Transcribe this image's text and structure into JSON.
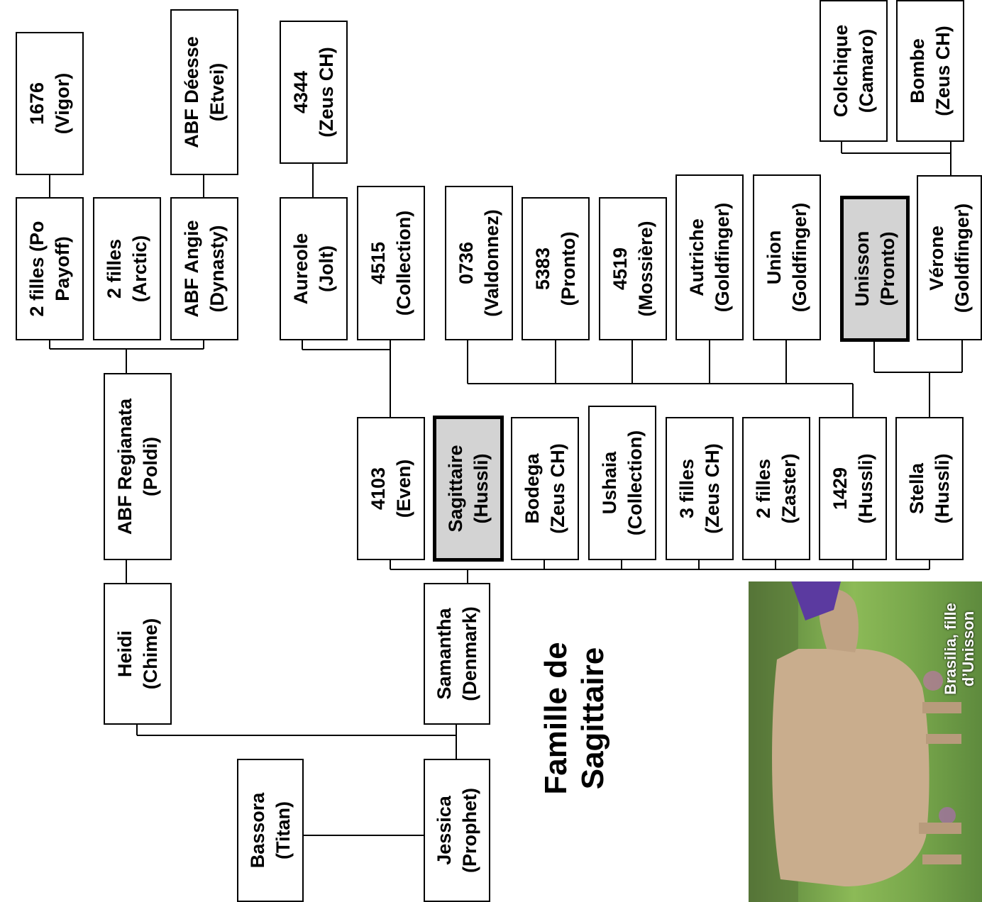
{
  "title": "Famille de\nSagittaire",
  "photo_caption": "Brasilia, fille\nd’Unisson",
  "animals": {
    "jessica": "Jessica\n(Prophet)",
    "bassora": "Bassora\n(Titan)",
    "samantha": "Samantha\n(Denmark)",
    "heidi": "Heidi\n(Chime)",
    "abf_regianata": "ABF Regianata\n(Poldi)",
    "filles_po_payoff": "2 filles (Po\nPayoff)",
    "filles_arctic": "2 filles\n(Arctic)",
    "abf_angie": "ABF Angie\n(Dynasty)",
    "a1676": "1676\n(Vigor)",
    "abf_deesse": "ABF Déesse\n(Etvei)",
    "a4103": "4103\n(Even)",
    "sagittaire": "Sagittaire\n(Hussli)",
    "bodega": "Bodega\n(Zeus CH)",
    "ushaia": "Ushaia\n(Collection)",
    "filles_zeus": "3 filles\n(Zeus CH)",
    "filles_zaster": "2 filles\n(Zaster)",
    "a1429": "1429\n(Hussli)",
    "stella": "Stella\n(Hussli)",
    "aureole": "Aureole\n(Jolt)",
    "a4515": "4515\n(Collection)",
    "a4344": "4344\n(Zeus CH)",
    "a0736": "0736\n(Valdonnez)",
    "a5383": "5383\n(Pronto)",
    "a4519": "4519\n(Mossière)",
    "autriche": "Autriche\n(Goldfinger)",
    "union": "Union\n(Goldfinger)",
    "unisson": "Unisson\n(Pronto)",
    "verone": "Vérone\n(Goldfinger)",
    "colchique": "Colchique\n(Camaro)",
    "bombe": "Bombe\n(Zeus CH)"
  }
}
